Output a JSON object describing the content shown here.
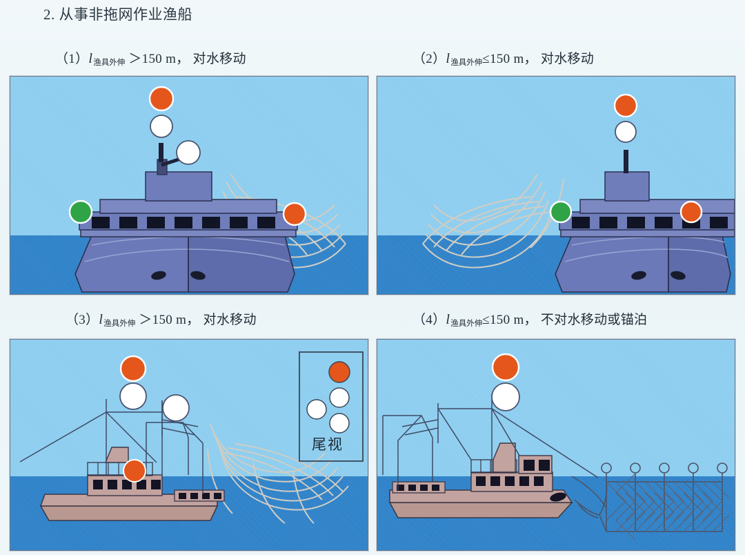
{
  "section": {
    "title": "2. 从事非拖网作业渔船"
  },
  "captions": [
    {
      "index": "（1）",
      "symbol": "l",
      "subscript": "渔具外伸",
      "relation": "＞",
      "value": "150 m，",
      "condition": "对水移动"
    },
    {
      "index": "（2）",
      "symbol": "l",
      "subscript": "渔具外伸",
      "relation": "≤",
      "value": "150 m，",
      "condition": "对水移动"
    },
    {
      "index": "（3）",
      "symbol": "l",
      "subscript": "渔具外伸",
      "relation": "＞",
      "value": "150 m，",
      "condition": "对水移动"
    },
    {
      "index": "（4）",
      "symbol": "l",
      "subscript": "渔具外伸",
      "relation": "≤",
      "value": "150 m，",
      "condition": "不对水移动或锚泊"
    }
  ],
  "inset": {
    "label": "尾视"
  },
  "colors": {
    "sky": "#8ccdef",
    "sea": "#2d81c8",
    "hull_bow": "#6b79b8",
    "hull_side": "#c3a3a0",
    "light_red": "#e4561b",
    "light_white": "#ffffff",
    "light_green": "#2fa447",
    "net": "#b9b7ae",
    "page_bg": "#eff6f8",
    "text": "#24303a"
  },
  "panels": [
    {
      "id": "panel-1",
      "view": "bow-on",
      "lights": [
        {
          "name": "all-round-red",
          "color": "#e4561b"
        },
        {
          "name": "all-round-white",
          "color": "#ffffff"
        },
        {
          "name": "gear-direction-white",
          "color": "#ffffff"
        },
        {
          "name": "port-sidelight-green",
          "color": "#2fa447"
        },
        {
          "name": "starboard-sidelight-red",
          "color": "#e4561b"
        }
      ],
      "gear_side": "right"
    },
    {
      "id": "panel-2",
      "view": "bow-on",
      "lights": [
        {
          "name": "all-round-red",
          "color": "#e4561b"
        },
        {
          "name": "all-round-white",
          "color": "#ffffff"
        },
        {
          "name": "port-sidelight-green",
          "color": "#2fa447"
        },
        {
          "name": "starboard-sidelight-red",
          "color": "#e4561b"
        }
      ],
      "gear_side": "left"
    },
    {
      "id": "panel-3",
      "view": "side-facing-right",
      "lights": [
        {
          "name": "all-round-red",
          "color": "#e4561b"
        },
        {
          "name": "all-round-white",
          "color": "#ffffff"
        },
        {
          "name": "gear-direction-white",
          "color": "#ffffff"
        },
        {
          "name": "sidelight-red",
          "color": "#e4561b"
        }
      ],
      "gear_side": "right",
      "has_stern_view_inset": true
    },
    {
      "id": "panel-4",
      "view": "side-facing-right",
      "lights": [
        {
          "name": "all-round-red",
          "color": "#e4561b"
        },
        {
          "name": "all-round-white",
          "color": "#ffffff"
        }
      ],
      "gear_side": "right",
      "gear_type": "gillnet-with-floats"
    }
  ],
  "stern_view_lights": [
    {
      "name": "all-round-red",
      "color": "#e4561b",
      "position": "top"
    },
    {
      "name": "all-round-white",
      "color": "#ffffff",
      "position": "upper-right"
    },
    {
      "name": "gear-direction-white",
      "color": "#ffffff",
      "position": "left"
    },
    {
      "name": "all-round-white-lower",
      "color": "#ffffff",
      "position": "bottom-right"
    }
  ]
}
